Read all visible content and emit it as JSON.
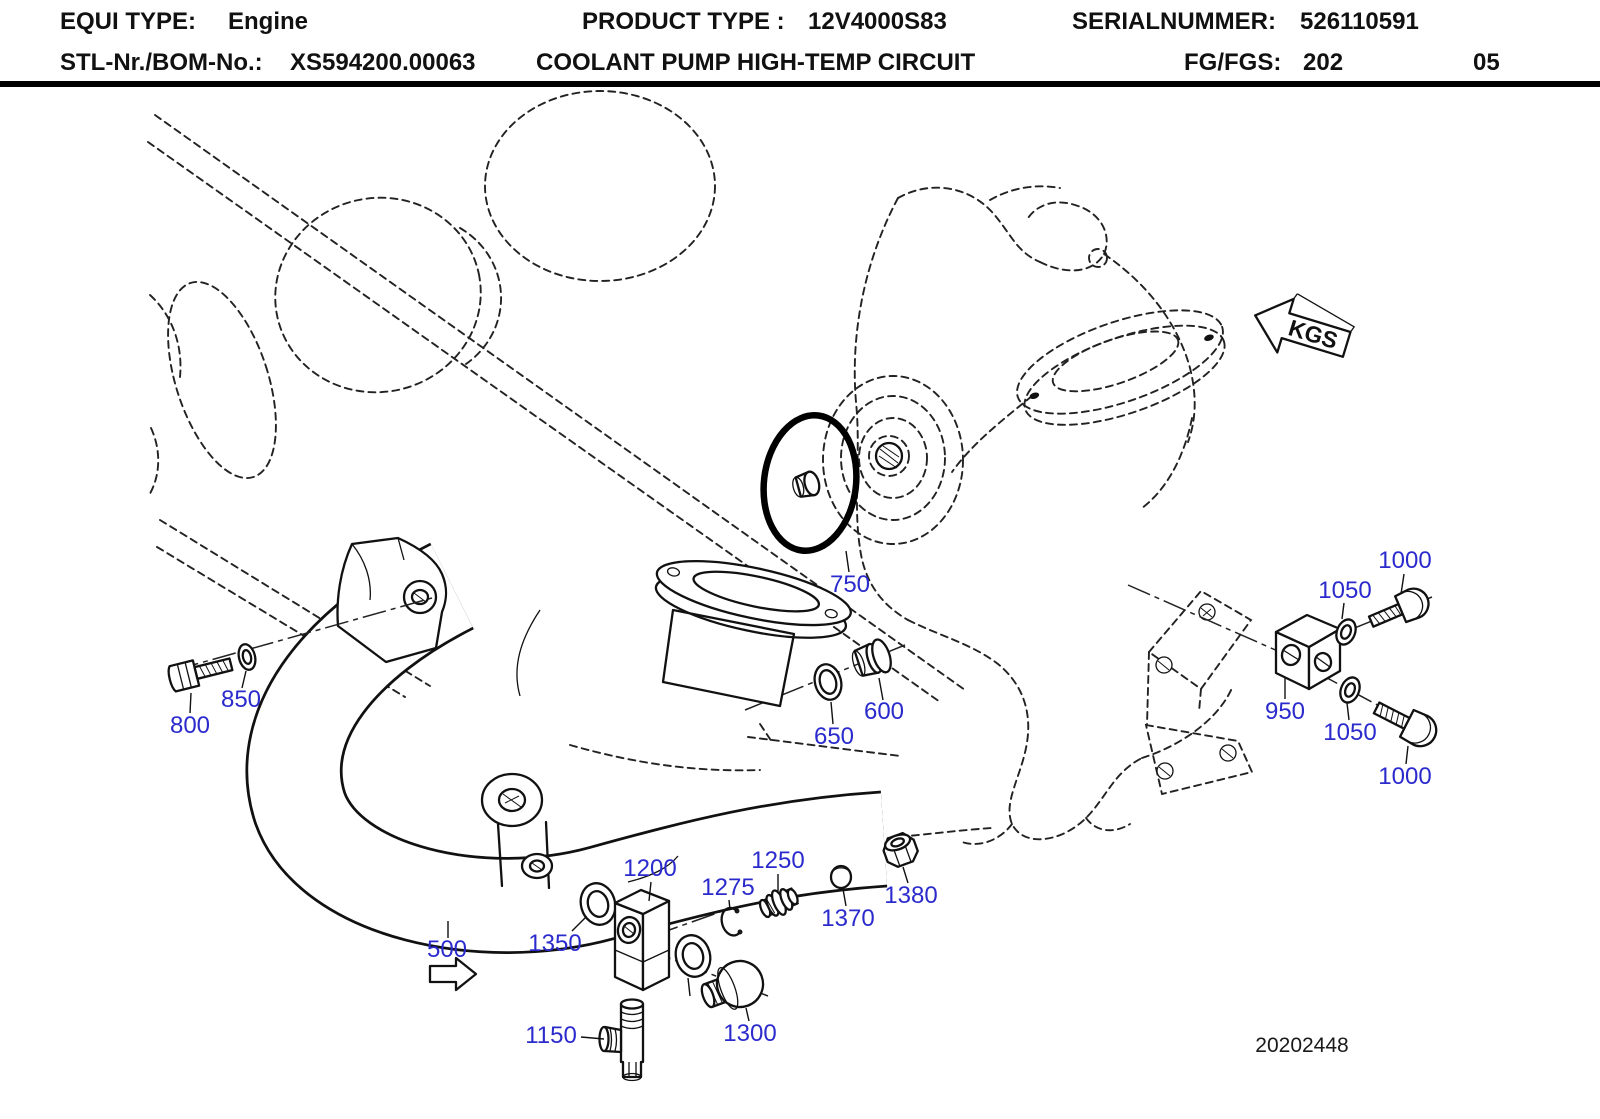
{
  "header": {
    "row1": {
      "equi_label": "EQUI TYPE:",
      "equi_value": "Engine",
      "product_label": "PRODUCT TYPE :",
      "product_value": "12V4000S83",
      "serial_label": "SERIALNUMMER:",
      "serial_value": "526110591"
    },
    "row2": {
      "bom_label": "STL-Nr./BOM-No.:",
      "bom_value": "XS594200.00063",
      "title": "COOLANT PUMP HIGH-TEMP CIRCUIT",
      "fg_label": "FG/FGS:",
      "fg_value": "202",
      "sheet": "05"
    }
  },
  "diagram": {
    "direction_marker": "KGS",
    "drawing_number": "20202448",
    "colors": {
      "callout_blue": "#2b2bcd",
      "line_black": "#111111"
    },
    "callouts": [
      {
        "label": "500"
      },
      {
        "label": "600"
      },
      {
        "label": "650"
      },
      {
        "label": "750"
      },
      {
        "label": "800"
      },
      {
        "label": "850"
      },
      {
        "label": "950"
      },
      {
        "label": "1000"
      },
      {
        "label": "1050"
      },
      {
        "label": "1050"
      },
      {
        "label": "1000"
      },
      {
        "label": "1150"
      },
      {
        "label": "1200"
      },
      {
        "label": "1250"
      },
      {
        "label": "1275"
      },
      {
        "label": "1300"
      },
      {
        "label": "1350"
      },
      {
        "label": "1370"
      },
      {
        "label": "1380"
      }
    ]
  }
}
